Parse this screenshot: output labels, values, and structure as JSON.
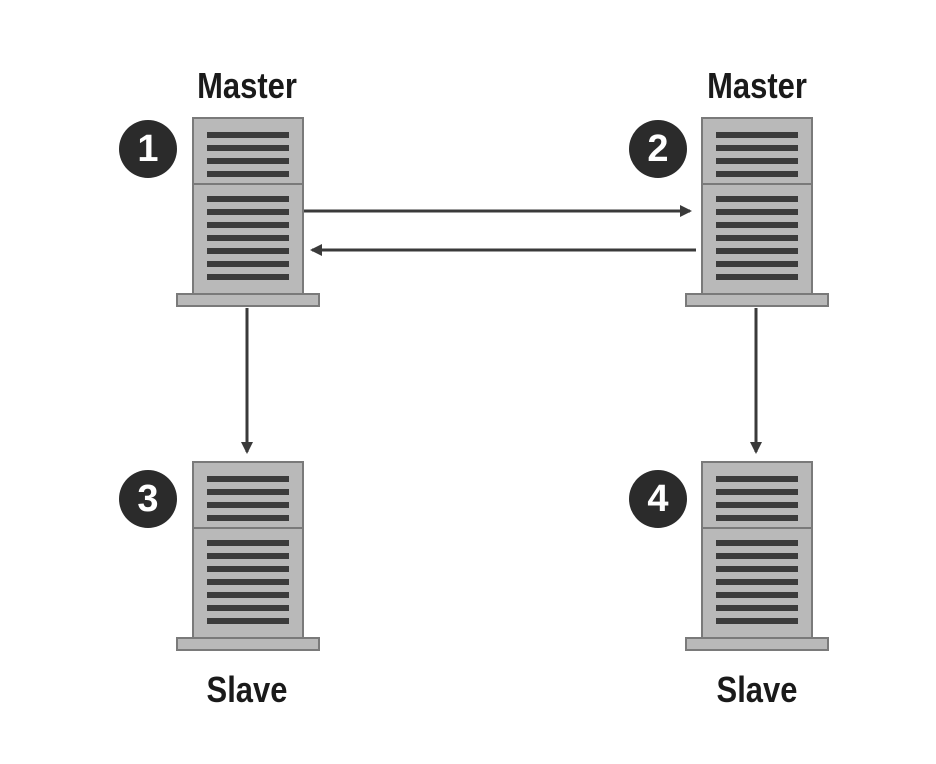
{
  "nodes": [
    {
      "id": "1",
      "label": "Master"
    },
    {
      "id": "2",
      "label": "Master"
    },
    {
      "id": "3",
      "label": "Slave"
    },
    {
      "id": "4",
      "label": "Slave"
    }
  ],
  "edges": [
    {
      "from": "1",
      "to": "2"
    },
    {
      "from": "2",
      "to": "1"
    },
    {
      "from": "1",
      "to": "3"
    },
    {
      "from": "2",
      "to": "4"
    }
  ],
  "colors": {
    "server_body": "#b9b9b9",
    "server_outline": "#7a7a7a",
    "server_slot": "#3c3c3c",
    "badge": "#2b2b2b",
    "arrow": "#3a3a3a",
    "text": "#1a1a1a"
  }
}
